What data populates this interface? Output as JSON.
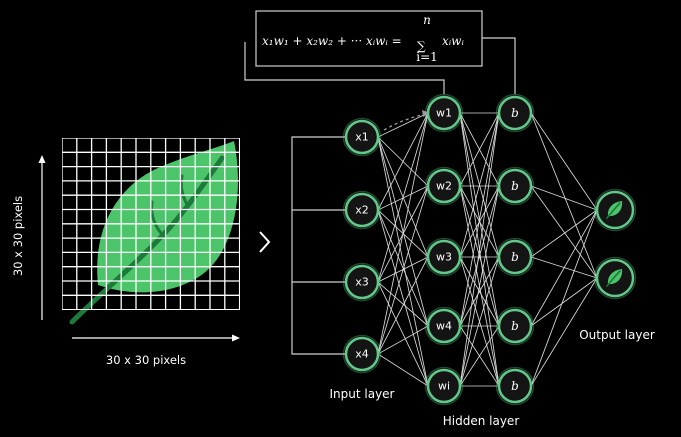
{
  "formula": {
    "lhs": "x₁w₁ + x₂w₂ + ··· xᵢwᵢ =",
    "sigma": "∑",
    "upper": "n",
    "lower": "i=1",
    "rhs": "xᵢwᵢ"
  },
  "image": {
    "height_label": "30 x 30 pixels",
    "width_label": "30 x 30 pixels",
    "leaf_icon": "leaf-icon",
    "arrow_icon": "chevron-right-icon"
  },
  "layers": {
    "input": {
      "label": "Input layer",
      "nodes": [
        "x1",
        "x2",
        "x3",
        "x4"
      ]
    },
    "weights": {
      "nodes": [
        "w1",
        "w2",
        "w3",
        "w4",
        "wi"
      ]
    },
    "bias": {
      "nodes": [
        "b",
        "b",
        "b",
        "b",
        "b"
      ]
    },
    "hidden_label": "Hidden layer",
    "output": {
      "label": "Output layer",
      "node_icons": [
        "leaf-icon",
        "leaf-icon"
      ]
    }
  },
  "colors": {
    "background": "#000000",
    "leaf_fill": "#4bc46a",
    "node_ring": "#63c98a",
    "node_fill": "#141414",
    "line": "#d9d9d9",
    "text": "#ffffff"
  }
}
